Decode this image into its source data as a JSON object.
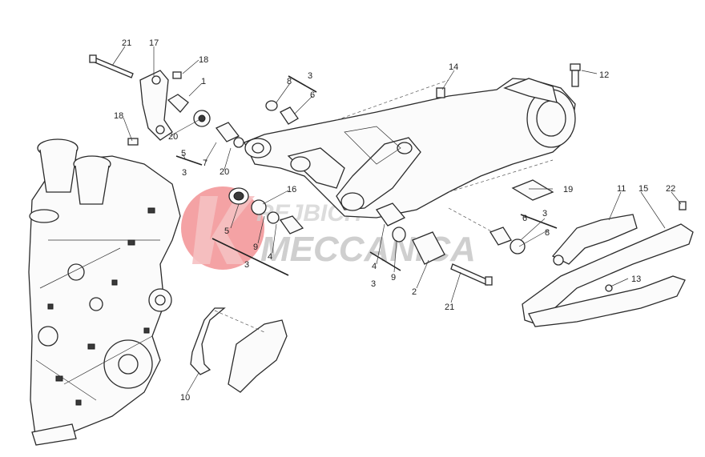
{
  "diagram": {
    "labels": {
      "l21a": "21",
      "l17": "17",
      "l18a": "18",
      "l1": "1",
      "l18b": "18",
      "l20a": "20",
      "l5a": "5",
      "l3a": "3",
      "l7": "7",
      "l20b": "20",
      "l8a": "8",
      "l3b": "3",
      "l6a": "6",
      "l14": "14",
      "l12": "12",
      "l16": "16",
      "l5b": "5",
      "l9a": "9",
      "l4a": "4",
      "l3c": "3",
      "l19": "19",
      "l11": "11",
      "l15": "15",
      "l22": "22",
      "l6b": "6",
      "l3d": "3",
      "l8b": "8",
      "l4b": "4",
      "l9b": "9",
      "l3e": "3",
      "l2": "2",
      "l21b": "21",
      "l13": "13",
      "l10": "10"
    },
    "watermark": {
      "line1": "REJBICH",
      "line2": "MECCANICA",
      "accent_color": "#e8383d"
    }
  }
}
